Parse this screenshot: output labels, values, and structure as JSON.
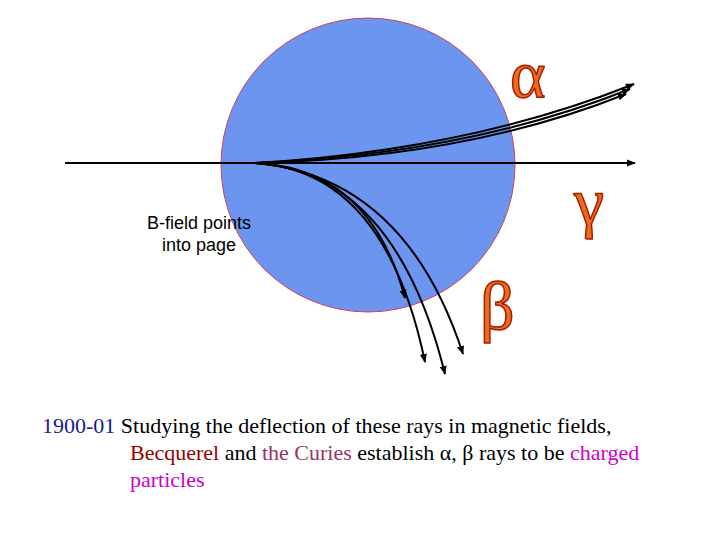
{
  "diagram": {
    "caption": "1900-01 Studying the deflection of these rays in magnetic fields, Becquerel and the Curies establish α, β rays to be charged particles",
    "labels": [
      "α",
      "γ",
      "β",
      "B-field points into page"
    ]
  }
}
